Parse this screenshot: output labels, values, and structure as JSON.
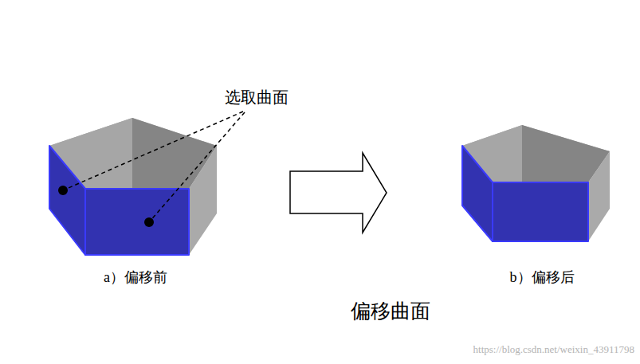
{
  "diagram": {
    "caption": "偏移曲面",
    "labels": [
      "选取曲面",
      "a）偏移前",
      "b）偏移后",
      "https://blog.csdn.net/weixin_43911798"
    ]
  }
}
